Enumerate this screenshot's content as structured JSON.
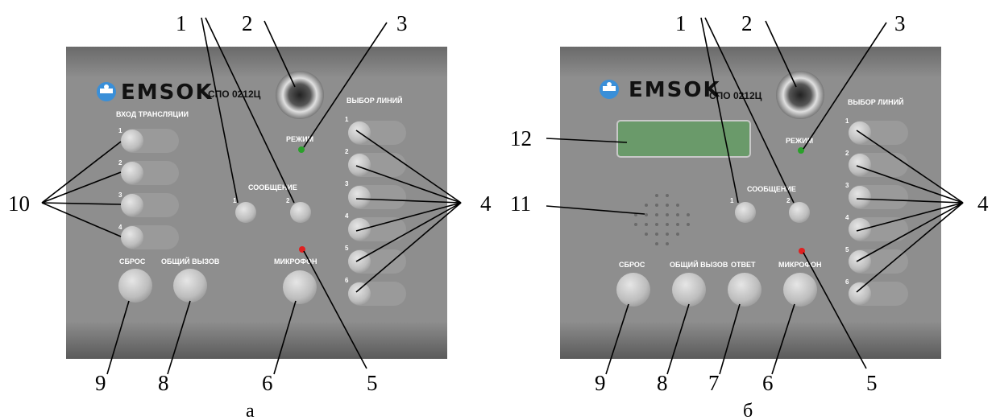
{
  "callouts": {
    "n1": "1",
    "n2": "2",
    "n3": "3",
    "n4": "4",
    "n5": "5",
    "n6": "6",
    "n7": "7",
    "n8": "8",
    "n9": "9",
    "n10": "10",
    "n11": "11",
    "n12": "12"
  },
  "captions": {
    "left": "а",
    "right": "б"
  },
  "panel": {
    "brand": "EMSOK",
    "model": "СПО 0212Ц",
    "input_section": "ВХОД ТРАНСЛЯЦИИ",
    "line_section": "ВЫБОР ЛИНИЙ",
    "mode": "РЕЖИМ",
    "message": "СООБЩЕНИЕ",
    "reset": "СБРОС",
    "general_call": "ОБЩИЙ ВЫЗОВ",
    "answer": "ОТВЕТ",
    "microphone": "МИКРОФОН",
    "numbers": [
      "1",
      "2",
      "3",
      "4",
      "5",
      "6"
    ]
  },
  "colors": {
    "panel": "#8a8a8a",
    "led_mode": "#2aa02a",
    "led_mic": "#e02020",
    "display": "#6a9a6a"
  }
}
